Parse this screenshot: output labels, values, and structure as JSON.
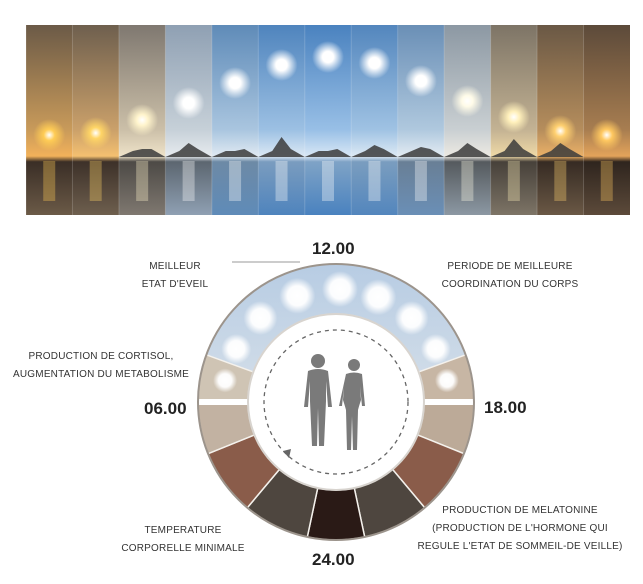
{
  "banner": {
    "panels": [
      {
        "sky_top": "#6b5a47",
        "sky_mid": "#c89a5a",
        "horizon": "#f2b15a",
        "sun": "#ffcc55",
        "water": "#3a2e26"
      },
      {
        "sky_top": "#6e5f4e",
        "sky_mid": "#caa06a",
        "horizon": "#f4c070",
        "sun": "#ffd566",
        "water": "#3d3129"
      },
      {
        "sky_top": "#7f7870",
        "sky_mid": "#cbbfa8",
        "horizon": "#eee2c8",
        "sun": "#fff4cc",
        "water": "#4d4a46"
      },
      {
        "sky_top": "#8fa0b3",
        "sky_mid": "#c6d0d8",
        "horizon": "#e6eaee",
        "sun": "#ffffff",
        "water": "#5c6670"
      },
      {
        "sky_top": "#5f8bb8",
        "sky_mid": "#a9c5df",
        "horizon": "#dfe9f2",
        "sun": "#ffffff",
        "water": "#6d8aa6"
      },
      {
        "sky_top": "#4f84bd",
        "sky_mid": "#9cc0e3",
        "horizon": "#dbe8f4",
        "sun": "#ffffff",
        "water": "#7a9cbf"
      },
      {
        "sky_top": "#4a82bf",
        "sky_mid": "#98bfe6",
        "horizon": "#d8e7f5",
        "sun": "#ffffff",
        "water": "#7fa3c6"
      },
      {
        "sky_top": "#5386bd",
        "sky_mid": "#9fc2e3",
        "horizon": "#dce9f4",
        "sun": "#ffffff",
        "water": "#7a9dbf"
      },
      {
        "sky_top": "#6a8fb6",
        "sky_mid": "#afc8de",
        "horizon": "#e2ebf2",
        "sun": "#ffffff",
        "water": "#697f96"
      },
      {
        "sky_top": "#8c98a3",
        "sky_mid": "#c9cfd2",
        "horizon": "#ece9e2",
        "sun": "#fffbe8",
        "water": "#555a5e"
      },
      {
        "sky_top": "#7d7466",
        "sky_mid": "#c3b293",
        "horizon": "#efd9a6",
        "sun": "#fff0bb",
        "water": "#47413a"
      },
      {
        "sky_top": "#6a5845",
        "sky_mid": "#b58d5c",
        "horizon": "#eab067",
        "sun": "#ffd070",
        "water": "#362b23"
      },
      {
        "sky_top": "#5c4a3a",
        "sky_mid": "#a77d50",
        "horizon": "#e3a35a",
        "sun": "#ffc860",
        "water": "#2f251e"
      }
    ]
  },
  "dial": {
    "hours": {
      "top": "12.00",
      "left": "06.00",
      "right": "18.00",
      "bottom": "24.00"
    },
    "colors": {
      "day_upper": "#b7cce3",
      "day_lower": "#d5dfe9",
      "dawn": "#cfc4b4",
      "dusk": "#c7b6a4",
      "night_brown": "#8a5c4a",
      "night_dark": "#4e463f",
      "midnight": "#2a1a16",
      "rim": "#9c948c",
      "human": "#7a7a7a",
      "arrow": "#666666"
    }
  },
  "annotations": {
    "wake": [
      "MEILLEUR",
      "ETAT D'EVEIL"
    ],
    "coordination": [
      "PERIODE DE MEILLEURE",
      "COORDINATION DU CORPS"
    ],
    "cortisol": [
      "PRODUCTION DE CORTISOL,",
      "AUGMENTATION DU METABOLISME"
    ],
    "temperature": [
      "TEMPERATURE",
      "CORPORELLE MINIMALE"
    ],
    "melatonin": [
      "PRODUCTION DE MELATONINE",
      "(PRODUCTION DE L'HORMONE QUI",
      "REGULE L'ETAT DE SOMMEIL-DE VEILLE)"
    ]
  }
}
